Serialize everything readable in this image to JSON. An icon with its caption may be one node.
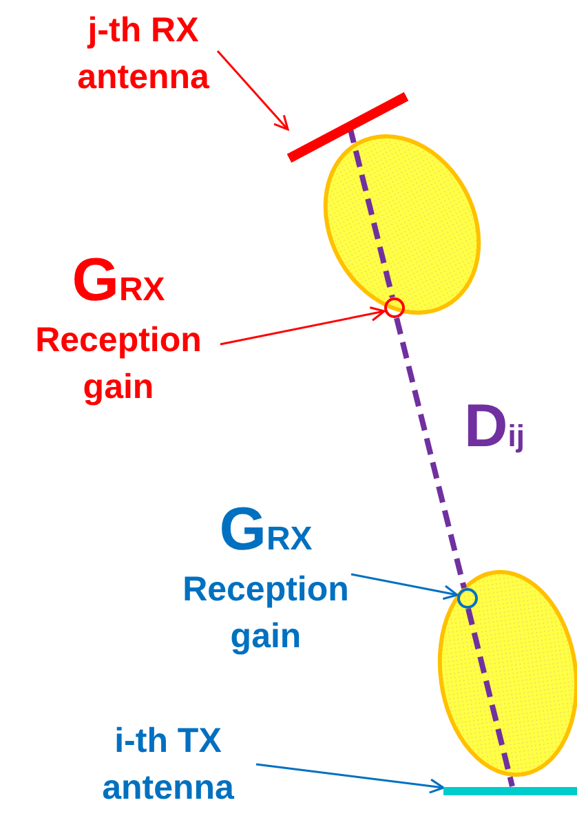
{
  "diagram": {
    "nodes": [
      {
        "text": [
          "j-th RX antenna"
        ]
      },
      {
        "text": [],
        "shape": "bar"
      },
      {
        "text": [
          "GRX",
          "Reception gain"
        ]
      },
      {
        "text": [],
        "shape": "circle"
      },
      {
        "text": [
          "GRX",
          "Reception gain"
        ]
      },
      {
        "text": [],
        "shape": "circle"
      },
      {
        "text": [
          "i-th TX antenna"
        ]
      },
      {
        "text": [],
        "shape": "bar"
      }
    ],
    "edges": [
      {
        "from": 0,
        "to": 1,
        "arrow": "to",
        "color": "#ff0000"
      },
      {
        "from": 2,
        "to": 3,
        "arrow": "to",
        "color": "#ff0000"
      },
      {
        "from": 4,
        "to": 5,
        "arrow": "to",
        "color": "#0070c0"
      },
      {
        "from": 6,
        "to": 7,
        "arrow": "to",
        "color": "#0070c0"
      },
      {
        "from": 1,
        "to": 3,
        "arrow": "none",
        "style": "dashed",
        "color": "#7030a0"
      },
      {
        "from": 3,
        "to": 5,
        "arrow": "none",
        "style": "dashed",
        "color": "#7030a0",
        "label": "Dij"
      },
      {
        "from": 5,
        "to": 7,
        "arrow": "none",
        "style": "dashed",
        "color": "#7030a0"
      }
    ]
  }
}
